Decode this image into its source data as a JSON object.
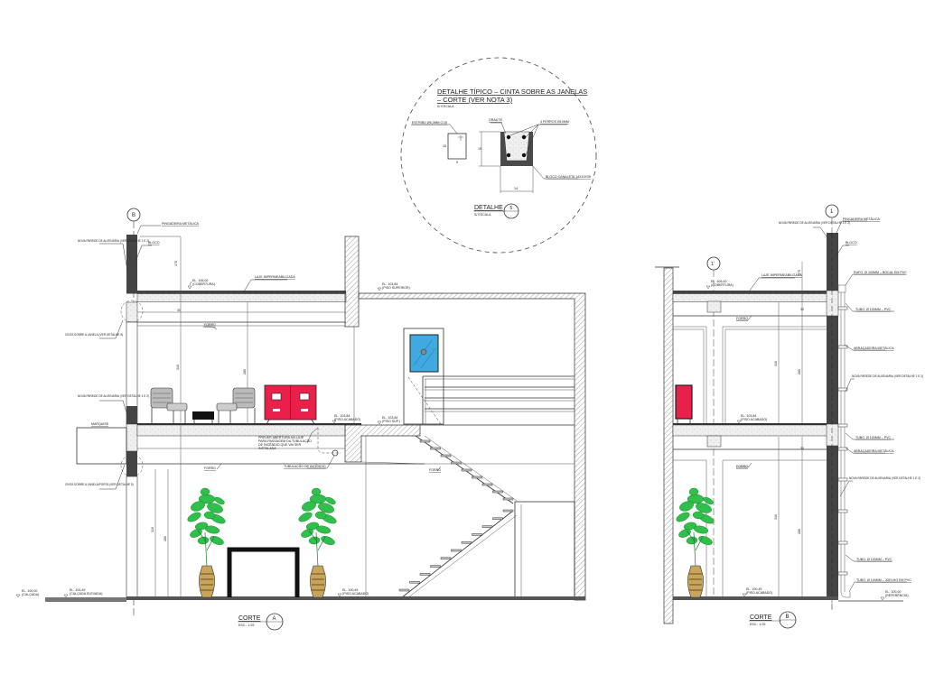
{
  "colors": {
    "glass": "#3fa9e0",
    "cabinet": "#e8204a",
    "plant": "#2fbf4a",
    "vase": "#c9a45c",
    "wall_dark": "#444444",
    "concrete": "#ececec"
  },
  "detail": {
    "title_line1": "DETALHE TÍPICO – CINTA SOBRE AS JANELAS",
    "title_line2": "– CORTE (VER NOTA 3)",
    "scale": "S/ ESCALA",
    "stirrup_label": "ESTRIBO Ø6,3mm c/15",
    "grout_label": "GRAUTE",
    "bars_label": "4 FERROS Ø10mm",
    "block_label": "BLOCO CANALETA 14x19x39",
    "dims": {
      "stirrup_h": "15",
      "stirrup_w": "9",
      "block_h": "19",
      "block_w": "14"
    },
    "tag_label": "DETALHE",
    "tag_number": "5",
    "tag_sub": "-",
    "tag_scale": "S/ ESCALA"
  },
  "section_a": {
    "grid": "B",
    "labels": {
      "flashing": "PINGADEIRA METÁLICA",
      "new_wall_top": "NOVA PAREDE DE ALVENARIA (VER DETALHE 1 E 2)",
      "block": "BLOCO",
      "roof": "LAJE IMPERMEABILIZADA",
      "el_roof": "EL. 106,00",
      "el_roof_sub": "(COBERTURA)",
      "el_upper": "EL. 103,84",
      "el_upper_sub": "(PISO SUPERIOR)",
      "lintel_top": "CINTA SOBRE A JANELA (VER DETALHE 5)",
      "ceiling_top": "FORRO",
      "new_wall_mid": "NOVA PAREDE DE ALVENARIA (VER DETALHE 1 E 2)",
      "canopy": "MARQUISE",
      "el_floor": "EL. 103,84",
      "el_floor_sub": "(PISO ACABADO)",
      "el_landing": "EL. 103,84",
      "el_landing_sub": "(PISO SUP.)",
      "slab_opening_1": "PREVER ABERTURA NA LAJE",
      "slab_opening_2": "PARA PASSAGEM DA TUBULAÇÃO",
      "slab_opening_3": "DE INCÊNDIO QUE VAI SER",
      "slab_opening_4": "INSTALADA",
      "ceiling_mid": "FORRO",
      "fire_pipe": "TUBULAÇÃO DE INCÊNDIO",
      "lintel_low": "CINTA SOBRE A JANELA/PORTA (VER DETALHE 5)",
      "ceiling_stair": "FORRO",
      "el_sidewalk": "EL. 100,00",
      "el_sidewalk_sub": "(CALÇADA)",
      "el_raised": "EL. 100,49",
      "el_raised_sub": "(CALÇADA ELEVADA)",
      "el_ground": "EL. 100,49",
      "el_ground_sub": "(PISO ACABADO)"
    },
    "dims": {
      "parapet": "175",
      "beam": "30",
      "upper_room": "310",
      "upper_clear": "280",
      "lower_room": "310",
      "lower_clear": "280"
    },
    "tag_label": "CORTE",
    "tag_letter": "A",
    "tag_sub": "-",
    "tag_scale": "ESC.: 1:25"
  },
  "section_b": {
    "grid": "1",
    "grid_aux": "1'",
    "labels": {
      "new_wall_top": "NOVA PAREDE DE ALVENARIA (VER DETALHE 1 E 2)",
      "flashing": "PINGADEIRA METÁLICA",
      "block": "BLOCO",
      "roof": "LAJE IMPERMEABILIZADA",
      "el_roof": "EL. 106,00",
      "el_roof_sub": "(COBERTURA)",
      "gutter": "RUFO. Ø 100mm – BOCAL EM PVC",
      "pipe_upper": "TUBO. Ø 100mm – PVC",
      "ceiling_top": "FORRO",
      "bracket_upper": "ABRAÇADEIRA METÁLICA",
      "new_wall_mid": "NOVA PAREDE DE ALVENARIA (VER DETALHE 1 E 2)",
      "el_floor": "EL. 103,84",
      "el_floor_sub": "(PISO ACABADO)",
      "pipe_mid": "TUBO. Ø 100mm – PVC",
      "bracket_lower": "ABRAÇADEIRA METÁLICA",
      "ceiling_mid": "FORRO",
      "new_wall_low": "NOVA PAREDE DE ALVENARIA (VER DETALHE 1 E 2)",
      "pipe_low": "TUBO. Ø 100mm – PVC",
      "elbow": "TUBO. Ø 100mm – JOELHO EM PVC",
      "el_ground": "EL. 100,49",
      "el_ground_sub": "(PISO ACABADO)",
      "el_outside": "EL. 100,00",
      "el_outside_sub": "(REFERÊNCIA)"
    },
    "dims": {
      "parapet": "175",
      "beam": "30",
      "upper_room": "310",
      "upper_clear": "280",
      "lower_room": "310",
      "lower_clear": "280"
    },
    "tag_label": "CORTE",
    "tag_letter": "B",
    "tag_sub": "-",
    "tag_scale": "ESC.: 1:25"
  }
}
